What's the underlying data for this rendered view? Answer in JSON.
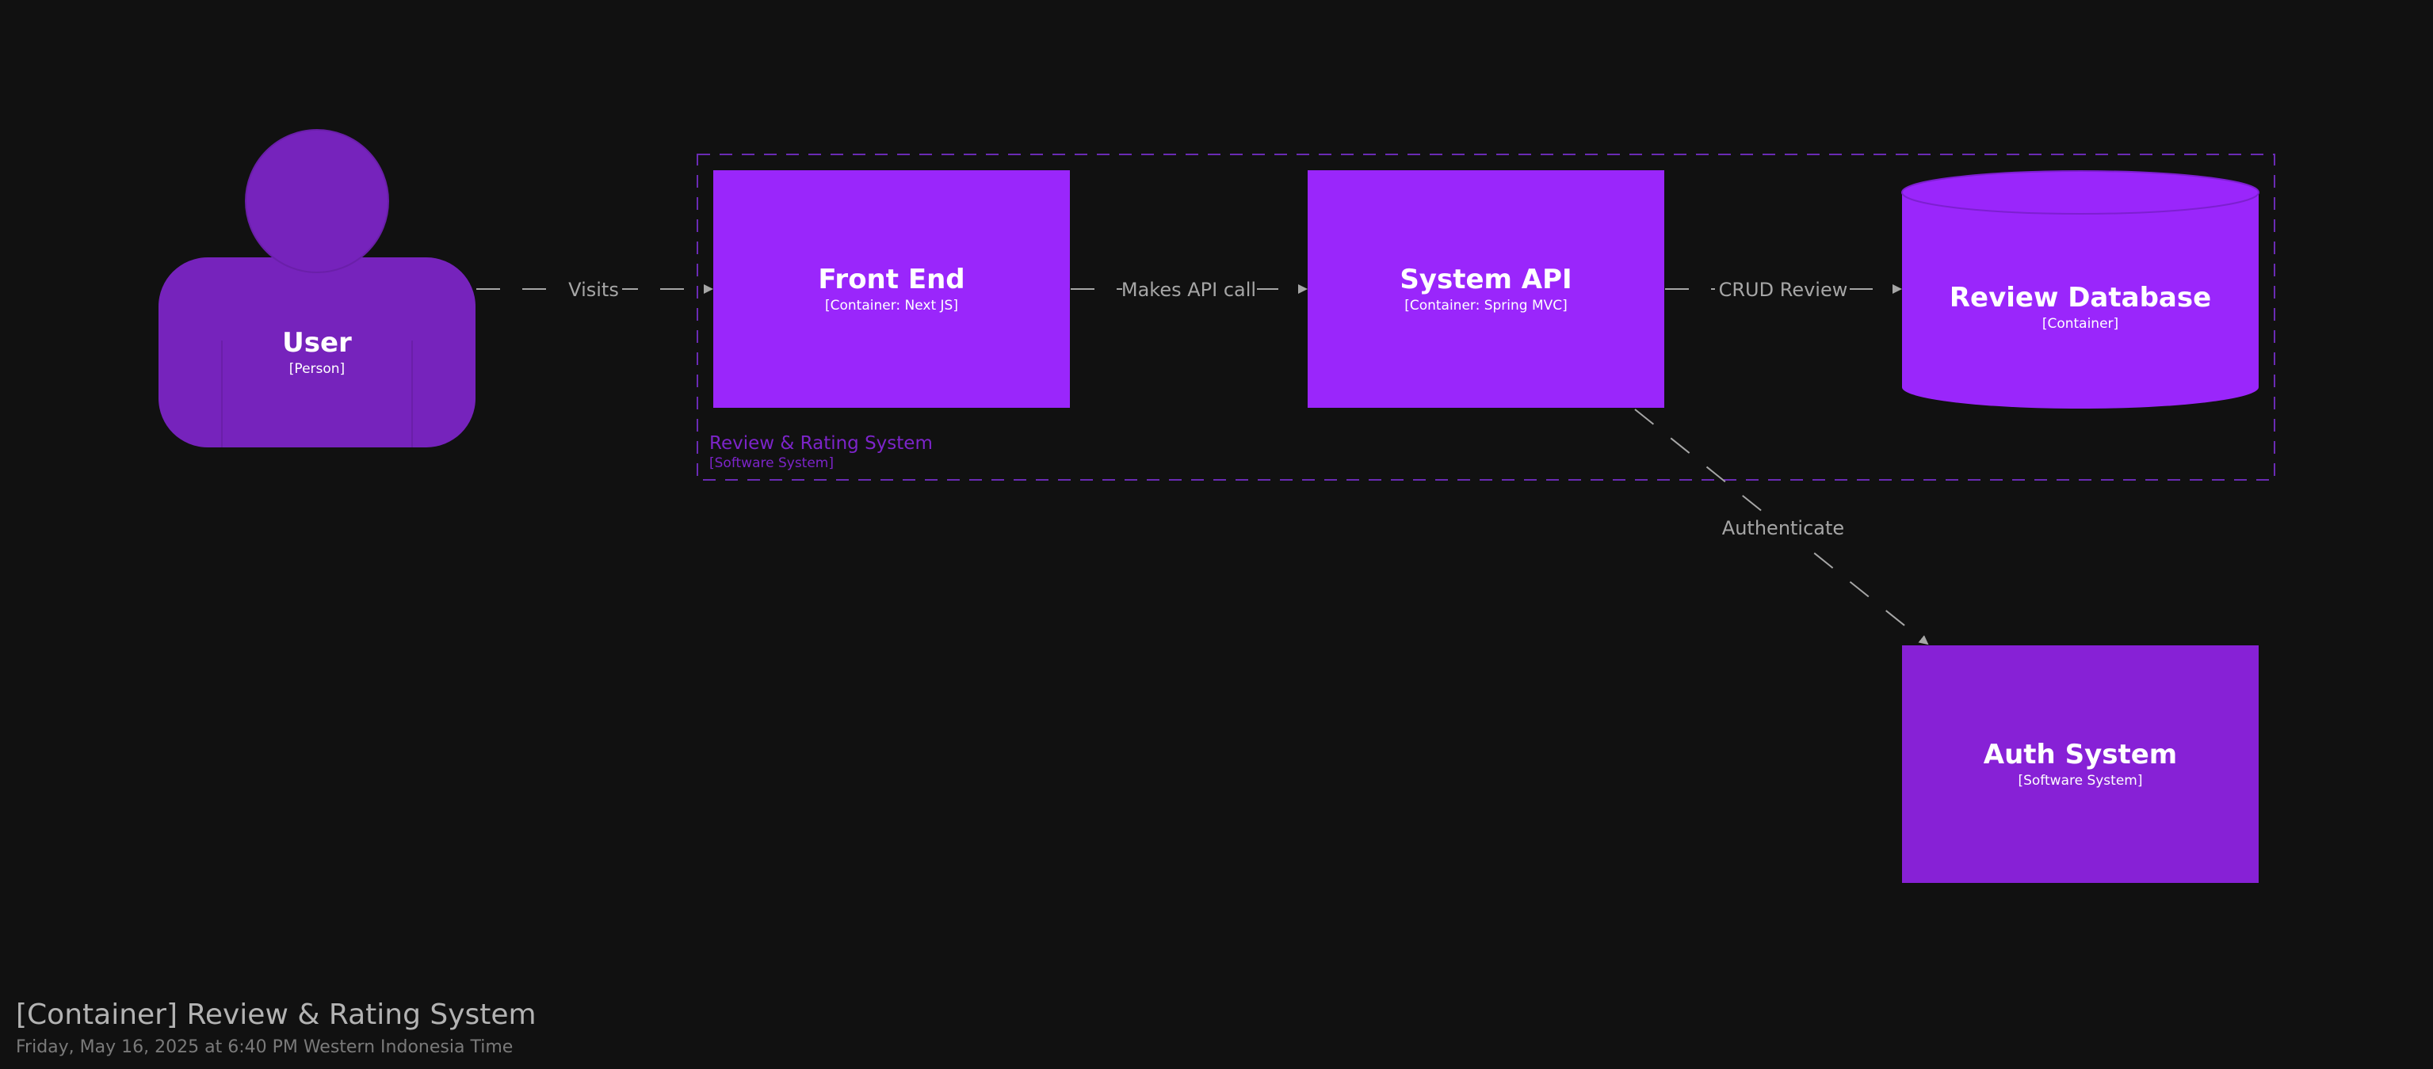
{
  "colors": {
    "background": "#111111",
    "person": "#7623bc",
    "container": "#9a26fb",
    "external_system": "#8721d6",
    "boundary": "#6a2bb4",
    "boundary_text": "#7c24c9",
    "edge": "#a6a6a6",
    "text": "#ffffff"
  },
  "nodes": {
    "user": {
      "title": "User",
      "subtitle": "[Person]",
      "shape": "person"
    },
    "front_end": {
      "title": "Front End",
      "subtitle": "[Container: Next JS]",
      "shape": "box"
    },
    "system_api": {
      "title": "System API",
      "subtitle": "[Container: Spring MVC]",
      "shape": "box"
    },
    "review_database": {
      "title": "Review Database",
      "subtitle": "[Container]",
      "shape": "cylinder"
    },
    "auth_system": {
      "title": "Auth System",
      "subtitle": "[Software System]",
      "shape": "box"
    }
  },
  "boundary": {
    "title": "Review & Rating System",
    "subtitle": "[Software System]"
  },
  "edges": {
    "visits": {
      "label": "Visits",
      "from": "User",
      "to": "Front End"
    },
    "makes_api_call": {
      "label": "Makes API call",
      "from": "Front End",
      "to": "System API"
    },
    "crud_review": {
      "label": "CRUD Review",
      "from": "System API",
      "to": "Review Database"
    },
    "authenticate": {
      "label": "Authenticate",
      "from": "System API",
      "to": "Auth System"
    }
  },
  "footer": {
    "title": "[Container] Review & Rating System",
    "date": "Friday, May 16, 2025 at 6:40 PM Western Indonesia Time"
  }
}
